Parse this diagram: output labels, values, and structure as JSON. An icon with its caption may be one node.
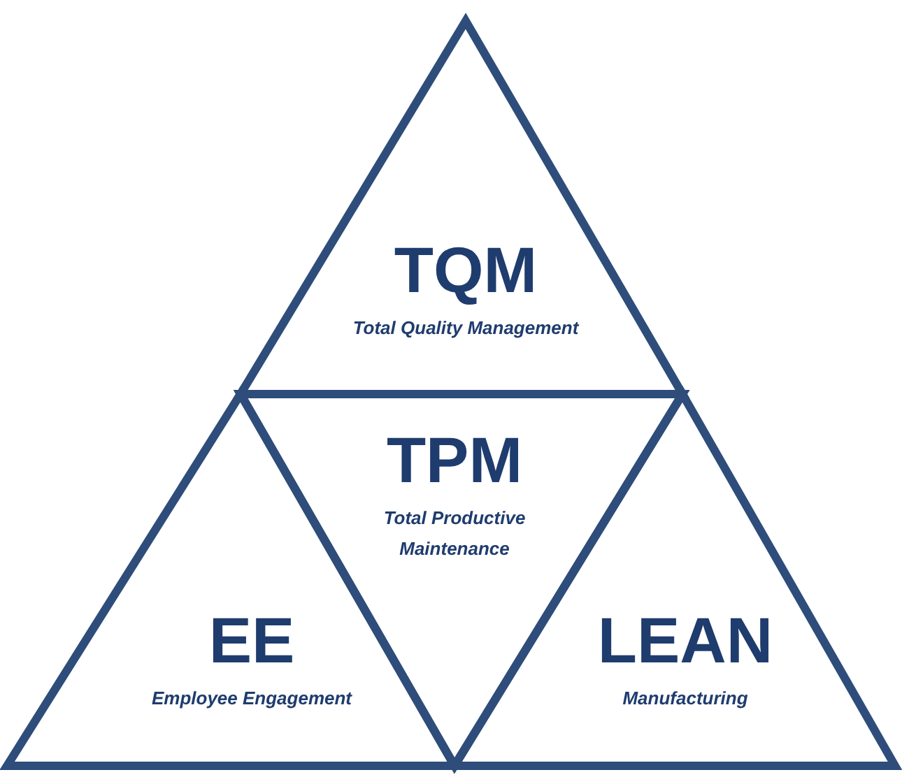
{
  "diagram": {
    "nodes": [
      {
        "text": [
          "TQM",
          "Total Quality Management"
        ]
      },
      {
        "text": [
          "TPM",
          "Total Productive Maintenance"
        ]
      },
      {
        "text": [
          "EE",
          "Employee Engagement"
        ]
      },
      {
        "text": [
          "LEAN",
          "Manufacturing"
        ]
      }
    ]
  }
}
